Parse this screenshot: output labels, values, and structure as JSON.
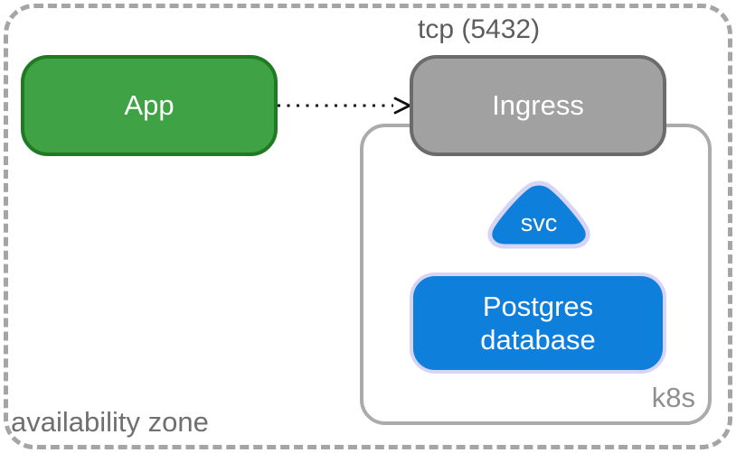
{
  "diagram": {
    "type": "architecture-diagram",
    "zones": {
      "availability_zone": {
        "label": "availability zone"
      },
      "k8s": {
        "label": "k8s"
      }
    },
    "nodes": {
      "app": {
        "label": "App",
        "fill": "#3fa245",
        "border": "#1f7a23",
        "text_color": "#ffffff"
      },
      "ingress": {
        "label": "Ingress",
        "fill": "#a1a1a1",
        "border": "#6b6b6b",
        "text_color": "#ffffff"
      },
      "svc": {
        "label": "svc",
        "fill": "#0e7fdb",
        "border": "#d8d4f6",
        "text_color": "#ffffff"
      },
      "postgres": {
        "label_line1": "Postgres",
        "label_line2": "database",
        "fill": "#0e7fdb",
        "border": "#d8d4f6",
        "text_color": "#ffffff"
      }
    },
    "edges": {
      "app_to_ingress": {
        "label": "tcp (5432)",
        "from": "app",
        "to": "ingress",
        "style": "dotted",
        "color": "#111111"
      }
    },
    "colors": {
      "availability_zone_border": "#a5a5a5",
      "k8s_zone_border": "#ababab",
      "availability_zone_label_text": "#6f6f6f",
      "k8s_label_text": "#8f8f8f",
      "edge_label_text": "#5d5d5d",
      "background": "#ffffff"
    }
  }
}
